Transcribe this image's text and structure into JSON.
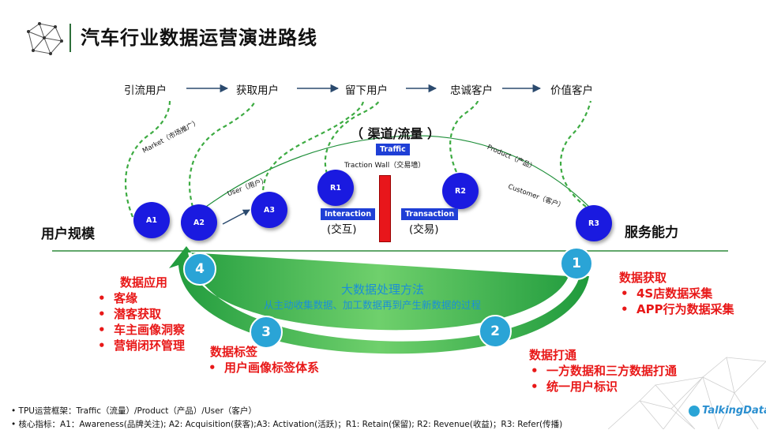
{
  "title": "汽车行业数据运营演进路线",
  "stages": [
    "引流用户",
    "获取用户",
    "留下用户",
    "忠诚客户",
    "价值客户"
  ],
  "side_labels": {
    "left": "用户规模",
    "right": "服务能力"
  },
  "channel_title": "（ 渠道/流量 ）",
  "traffic_box": "Traffic",
  "traction_wall": "Traction Wall（交易墙）",
  "arc_labels": {
    "market": "Market（市场推广）",
    "user": "User（用户）",
    "product": "Product（产品）",
    "customer": "Customer（客户）"
  },
  "nodes": [
    "A1",
    "A2",
    "A3",
    "R1",
    "R2",
    "R3"
  ],
  "interaction": {
    "box": "Interaction",
    "cn": "(交互)"
  },
  "transaction": {
    "box": "Transaction",
    "cn": "(交易)"
  },
  "cycle_numbers": [
    "1",
    "2",
    "3",
    "4"
  ],
  "center": {
    "title": "大数据处理方法",
    "subtitle": "从主动收集数据、加工数据再到产生新数据的过程"
  },
  "data_app": {
    "title": "数据应用",
    "items": [
      "客缘",
      "潜客获取",
      "车主画像洞察",
      "营销闭环管理"
    ]
  },
  "data_tag": {
    "title": "数据标签",
    "items": [
      "用户画像标签体系"
    ]
  },
  "data_get": {
    "title": "数据获取",
    "items": [
      "4S店数据采集",
      "APP行为数据采集"
    ]
  },
  "data_conn": {
    "title": "数据打通",
    "items": [
      "一方数据和三方数据打通",
      "统一用户标识"
    ]
  },
  "footnotes": [
    "• TPU运营框架：Traffic（流量）/Product（产品）/User（客户）",
    "• 核心指标：A1：Awareness(品牌关注); A2:  Acquisition(获客);A3: Activation(活跃)；R1: Retain(保留); R2: Revenue(收益)；R3: Refer(传播)"
  ],
  "logo": "TalkingData",
  "colors": {
    "green": "#2e9e3a",
    "node_blue": "#1a1ae0",
    "badge_blue": "#2aa4d6",
    "red": "#e81818",
    "cyan": "#1b8fd6"
  }
}
